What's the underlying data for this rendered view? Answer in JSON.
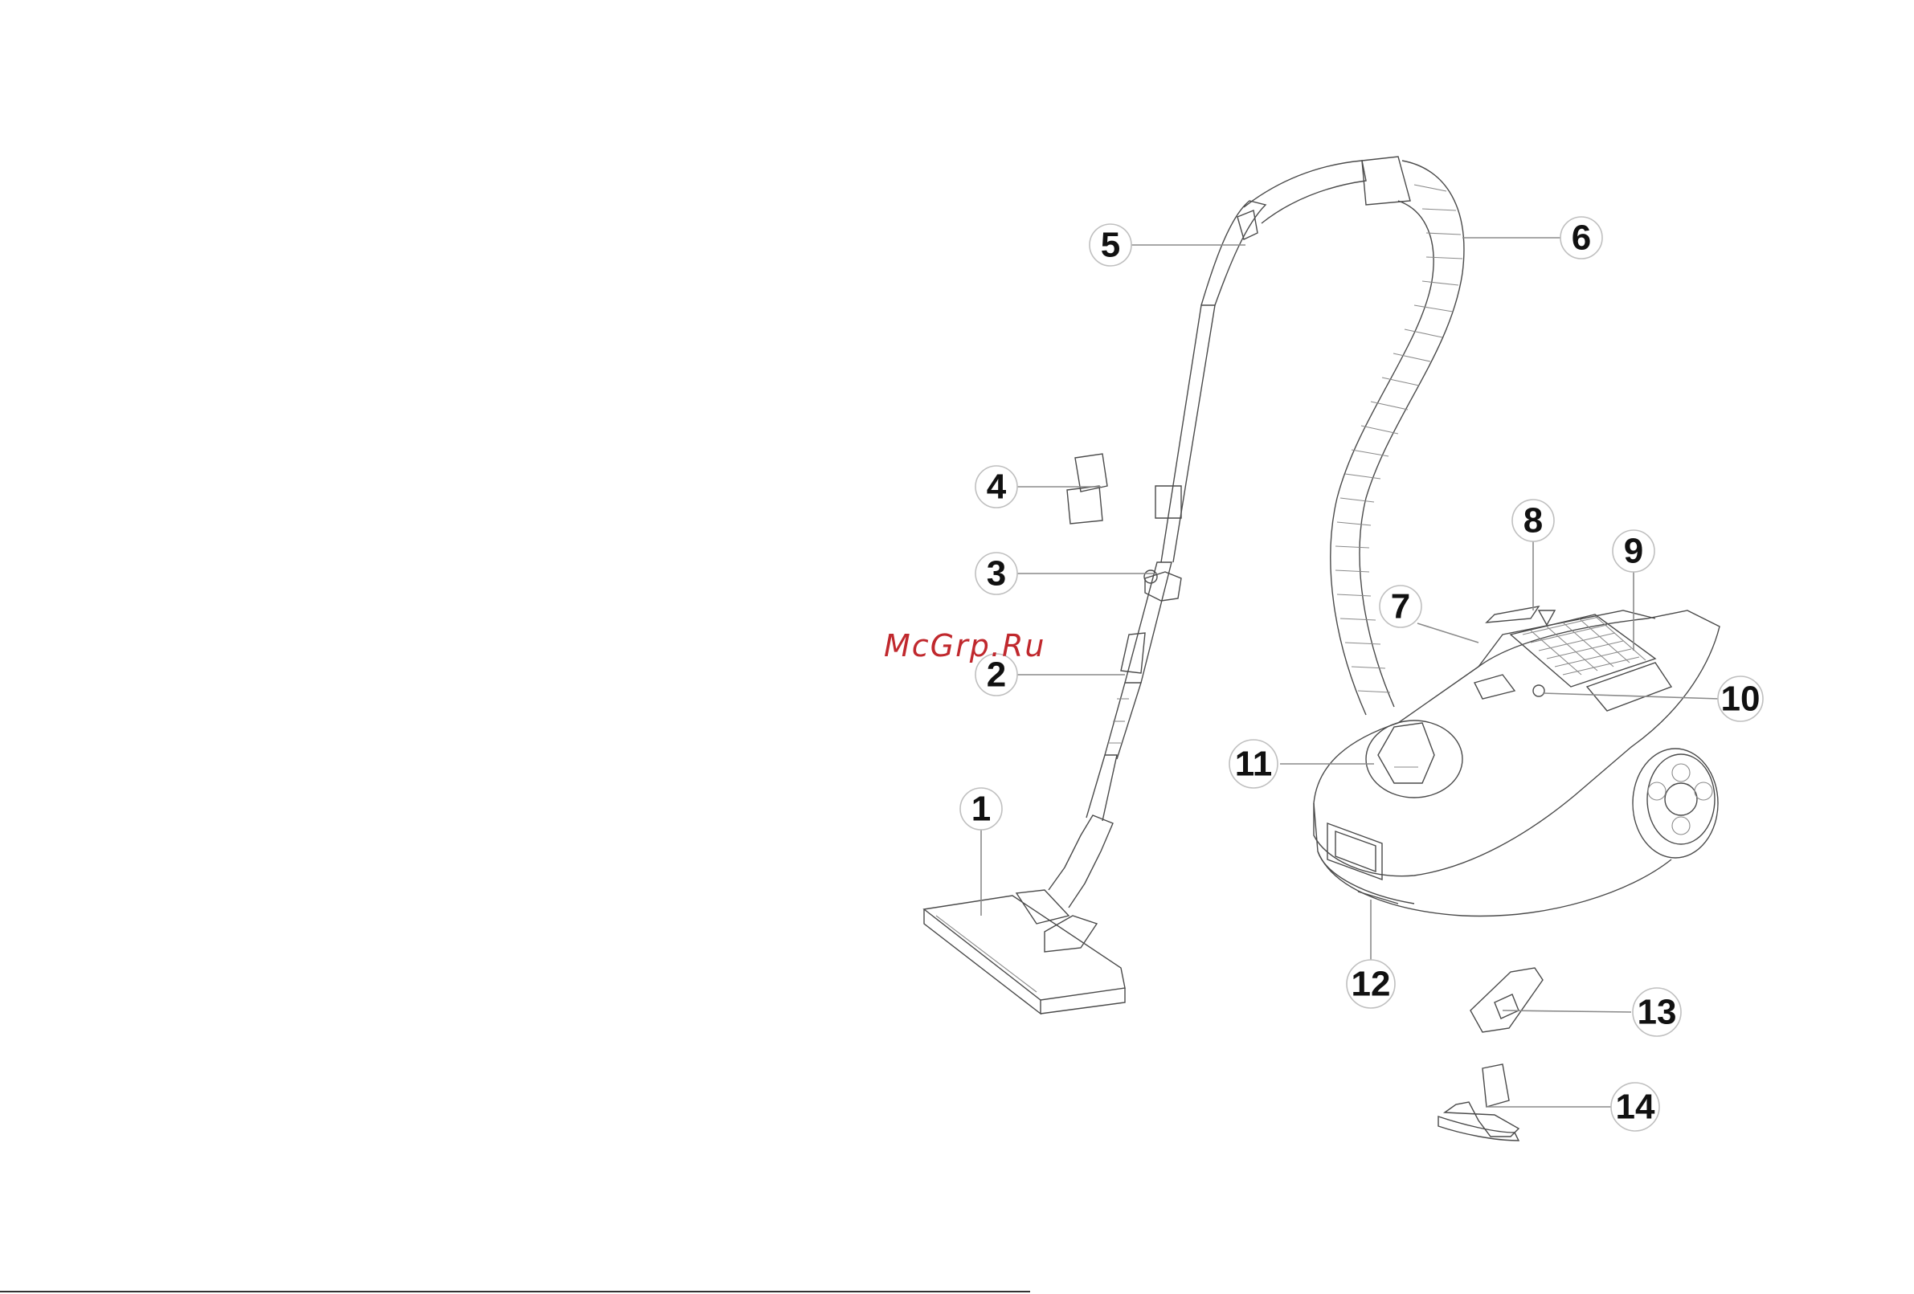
{
  "watermark": {
    "text": "McGrp.Ru",
    "color": "#c0282d"
  },
  "colors": {
    "outline": "#4a4a4a",
    "leader": "#8a8a8a",
    "background": "#ffffff"
  },
  "callouts": [
    "1",
    "2",
    "3",
    "4",
    "5",
    "6",
    "7",
    "8",
    "9",
    "10",
    "11",
    "12",
    "13",
    "14"
  ]
}
